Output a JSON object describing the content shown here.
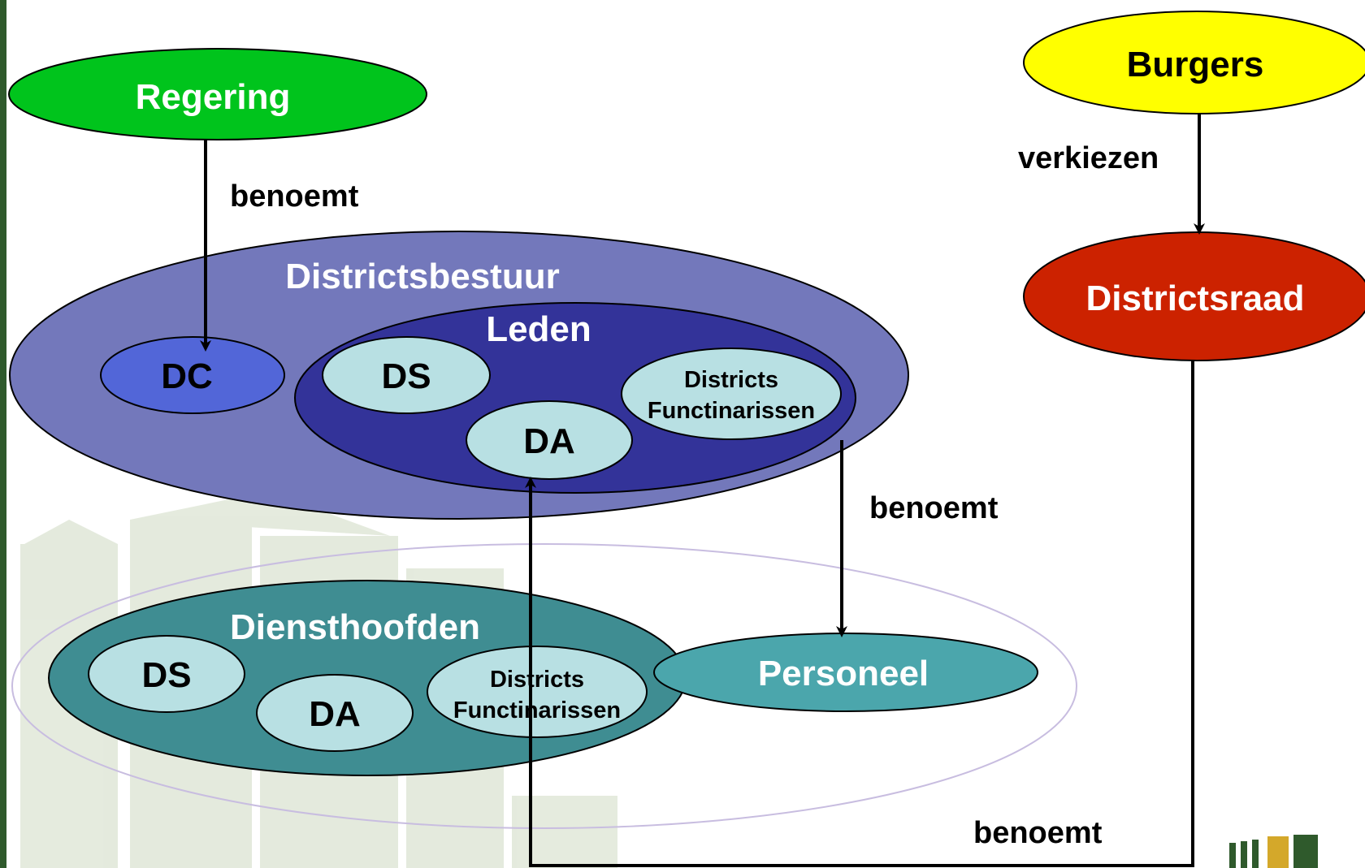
{
  "nodes": {
    "regering": "Regering",
    "burgers": "Burgers",
    "districtsbestuur": "Districtsbestuur",
    "leden": "Leden",
    "dc": "DC",
    "ds_top": "DS",
    "da_top": "DA",
    "df_top_line1": "Districts",
    "df_top_line2": "Functinarissen",
    "districtsraad": "Districtsraad",
    "diensthoofden": "Diensthoofden",
    "ds_bottom": "DS",
    "da_bottom": "DA",
    "df_bottom_line1": "Districts",
    "df_bottom_line2": "Functinarissen",
    "personeel": "Personeel"
  },
  "edges": {
    "regering_to_dc": "benoemt",
    "burgers_to_districtsraad": "verkiezen",
    "leden_to_personeel": "benoemt",
    "districtsraad_to_da": "benoemt"
  },
  "colors": {
    "regering": "#00c41c",
    "burgers": "#ffff00",
    "districtsraad": "#cc2200",
    "districtsbestuur": "#7378bb",
    "leden": "#333399",
    "dc": "#5266d8",
    "light_node": "#b8e0e3",
    "diensthoofden": "#3f8d92",
    "personeel": "#4ba6ac",
    "outer_ring": "#c8bde0",
    "left_strip": "#2f5a2c"
  }
}
